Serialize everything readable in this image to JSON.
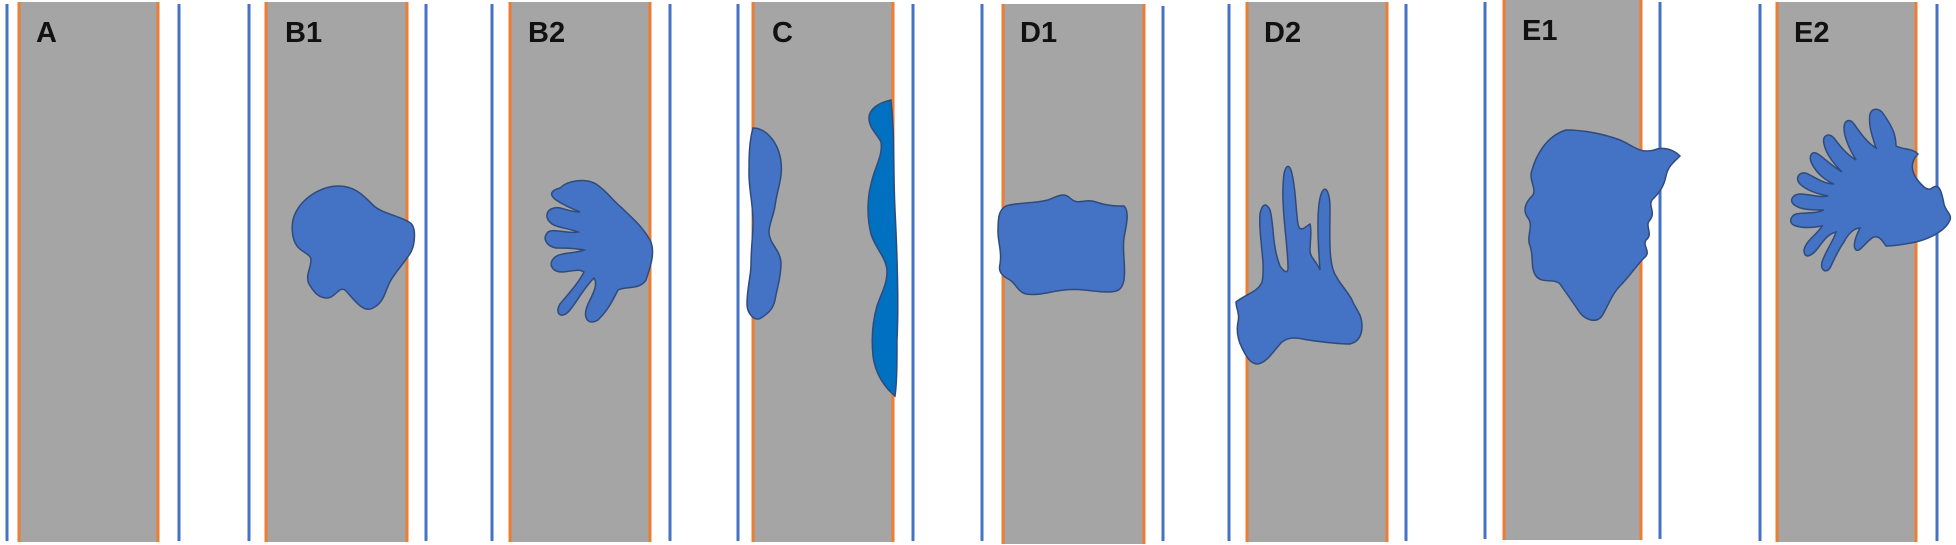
{
  "colors": {
    "column_fill": "#a5a5a5",
    "column_edge": "#ed7d31",
    "outer_line": "#4472c4",
    "shape_fill": "#4472c4",
    "shape_fill_dark": "#0070c0",
    "shape_stroke": "#2f4b7c"
  },
  "panels": [
    {
      "label": "A"
    },
    {
      "label": "B1"
    },
    {
      "label": "B2"
    },
    {
      "label": "C"
    },
    {
      "label": "D1"
    },
    {
      "label": "D2"
    },
    {
      "label": "E1"
    },
    {
      "label": "E2"
    }
  ]
}
